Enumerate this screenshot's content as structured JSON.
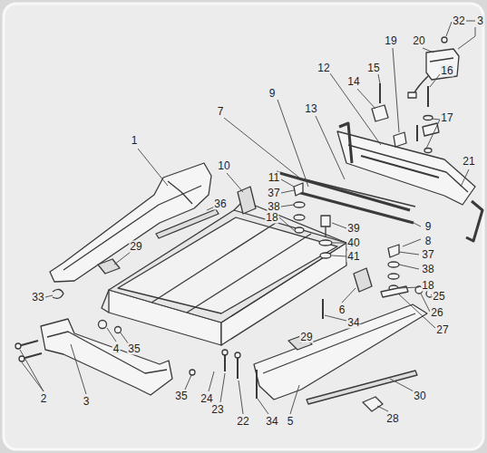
{
  "diagram": {
    "labels": [
      "1",
      "2",
      "3",
      "4",
      "5",
      "6",
      "7",
      "8",
      "9",
      "9",
      "10",
      "11",
      "12",
      "13",
      "14",
      "15",
      "16",
      "17",
      "18",
      "18",
      "19",
      "20",
      "21",
      "22",
      "23",
      "24",
      "25",
      "26",
      "27",
      "28",
      "29",
      "29",
      "30",
      "32",
      "3",
      "33",
      "34",
      "34",
      "35",
      "35",
      "36",
      "37",
      "37",
      "38",
      "38",
      "39",
      "40",
      "41"
    ]
  }
}
